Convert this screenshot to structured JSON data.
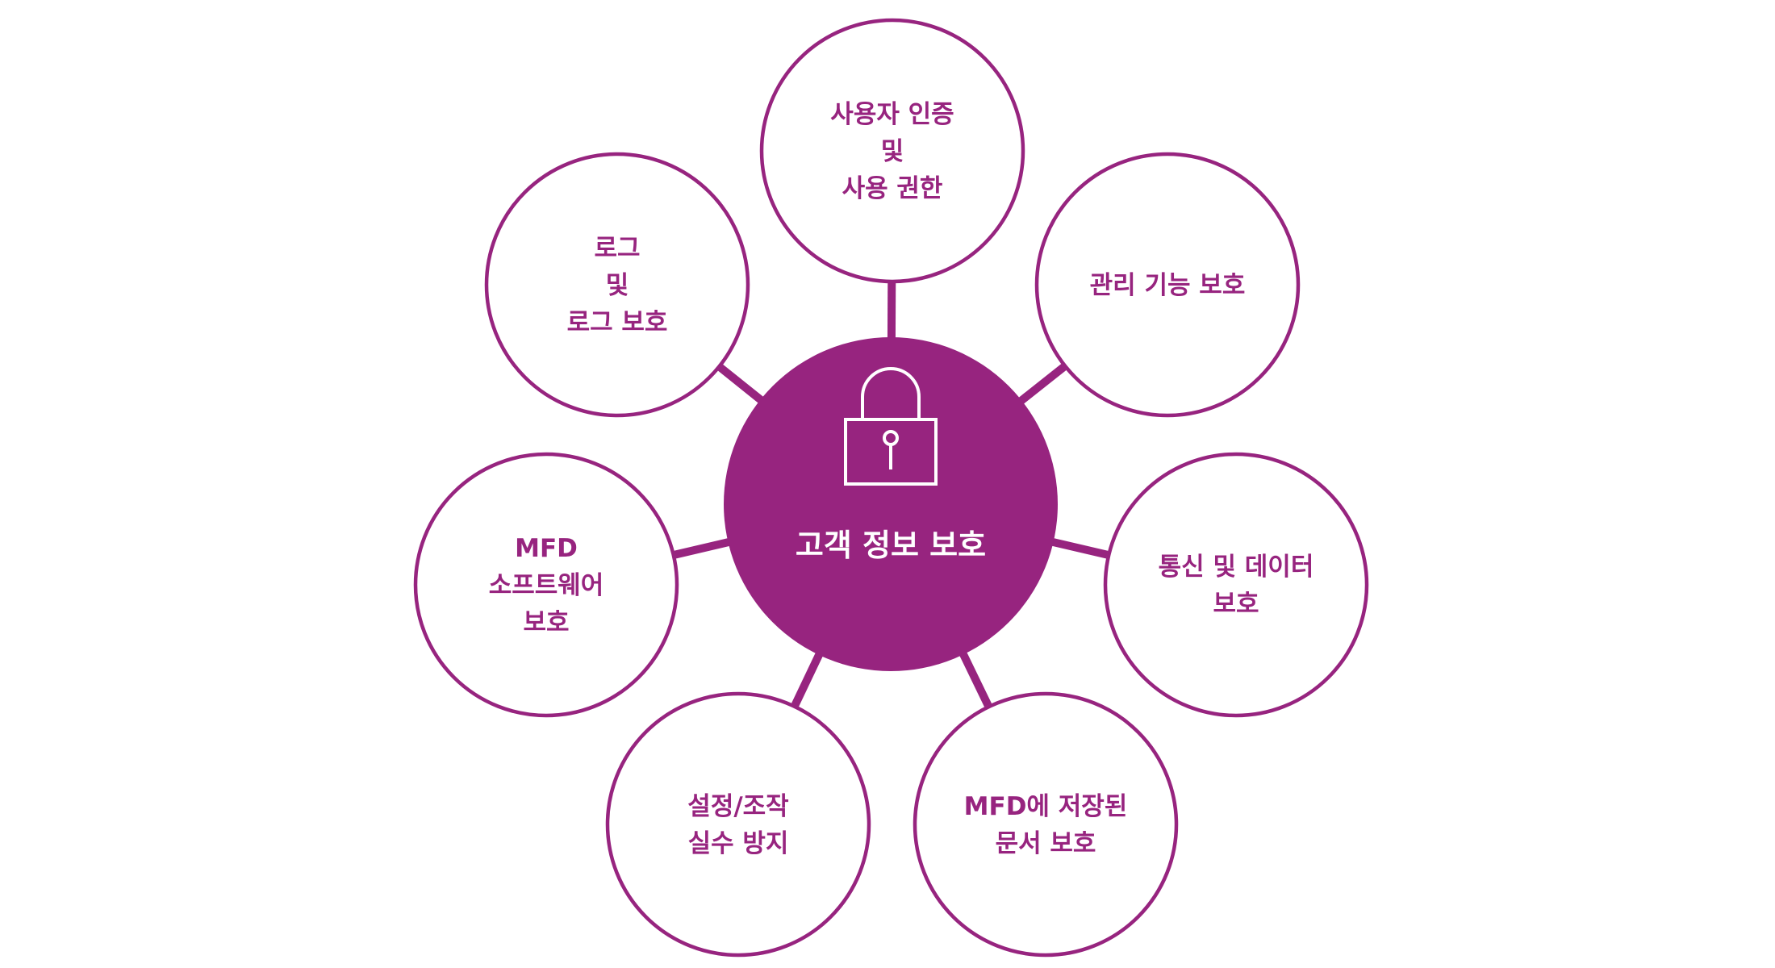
{
  "colors": {
    "accent": "#97247f",
    "node_fill": "#ffffff",
    "center_text": "#ffffff",
    "icon_stroke": "#ffffff"
  },
  "center": {
    "icon": "lock-icon",
    "label": "고객 정보 보호"
  },
  "nodes": [
    {
      "id": "user-auth",
      "lines": [
        "사용자 인증",
        "및",
        "사용 권한"
      ]
    },
    {
      "id": "admin-functions",
      "lines": [
        "관리 기능 보호"
      ]
    },
    {
      "id": "communication-data",
      "lines": [
        "통신 및 데이터",
        "보호"
      ]
    },
    {
      "id": "stored-documents",
      "lines": [
        "MFD에 저장된",
        "문서 보호"
      ]
    },
    {
      "id": "misoperation",
      "lines": [
        "설정/조작",
        "실수 방지"
      ]
    },
    {
      "id": "mfd-software",
      "lines": [
        "MFD",
        "소프트웨어",
        "보호"
      ]
    },
    {
      "id": "logs",
      "lines": [
        "로그",
        "및",
        "로그 보호"
      ]
    }
  ]
}
